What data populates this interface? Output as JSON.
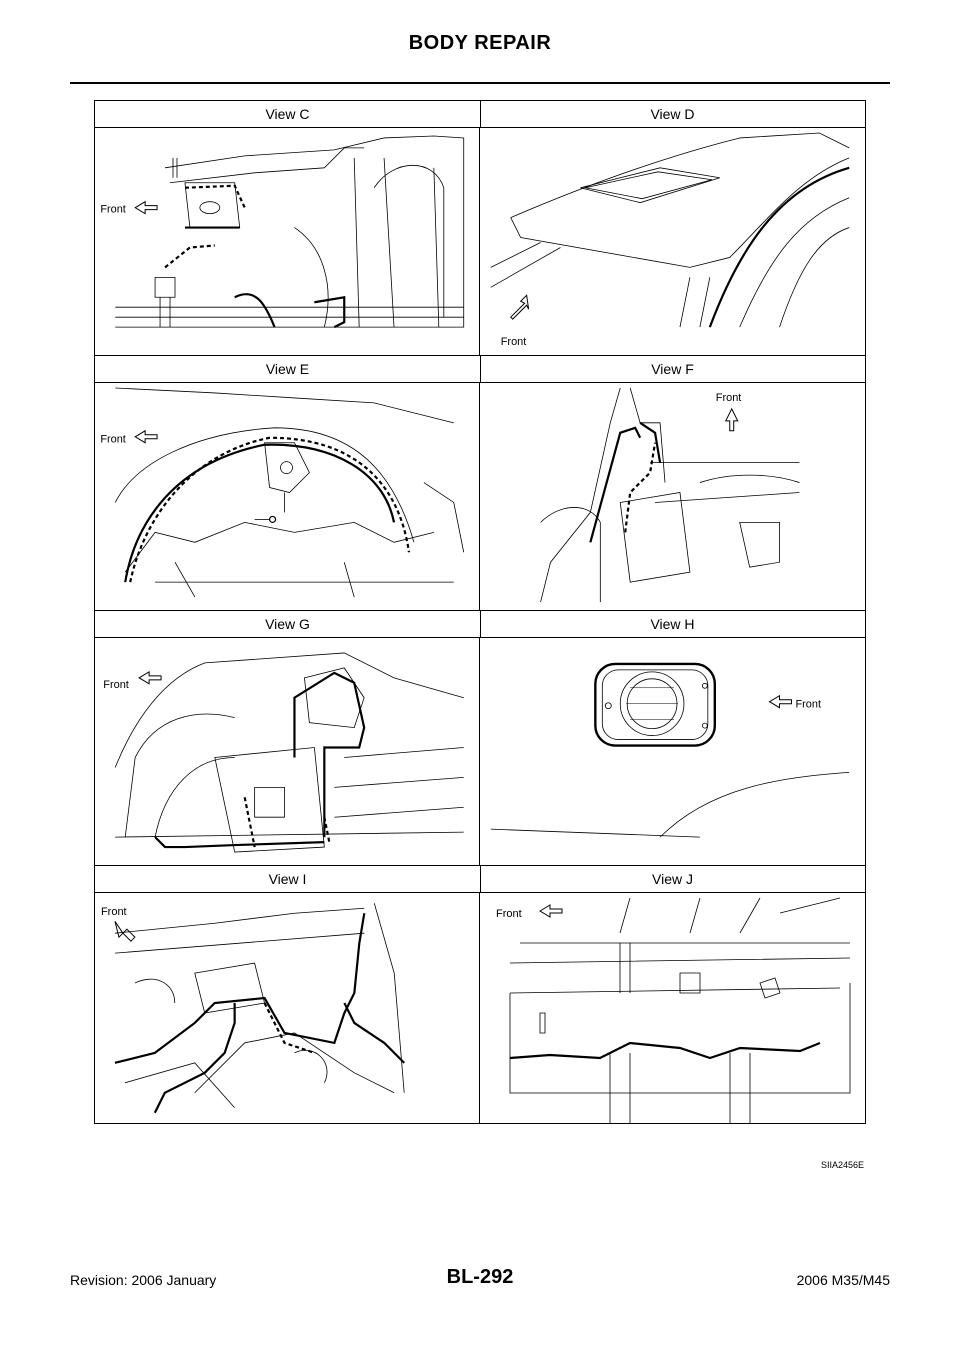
{
  "header": {
    "title": "BODY REPAIR"
  },
  "views": [
    {
      "left_title": "View C",
      "right_title": "View D"
    },
    {
      "left_title": "View E",
      "right_title": "View F"
    },
    {
      "left_title": "View G",
      "right_title": "View H"
    },
    {
      "left_title": "View I",
      "right_title": "View J"
    }
  ],
  "front_label": "Front",
  "figure_code": "SIIA2456E",
  "footer": {
    "revision": "Revision: 2006 January",
    "page_number": "BL-292",
    "model": "2006 M35/M45"
  }
}
